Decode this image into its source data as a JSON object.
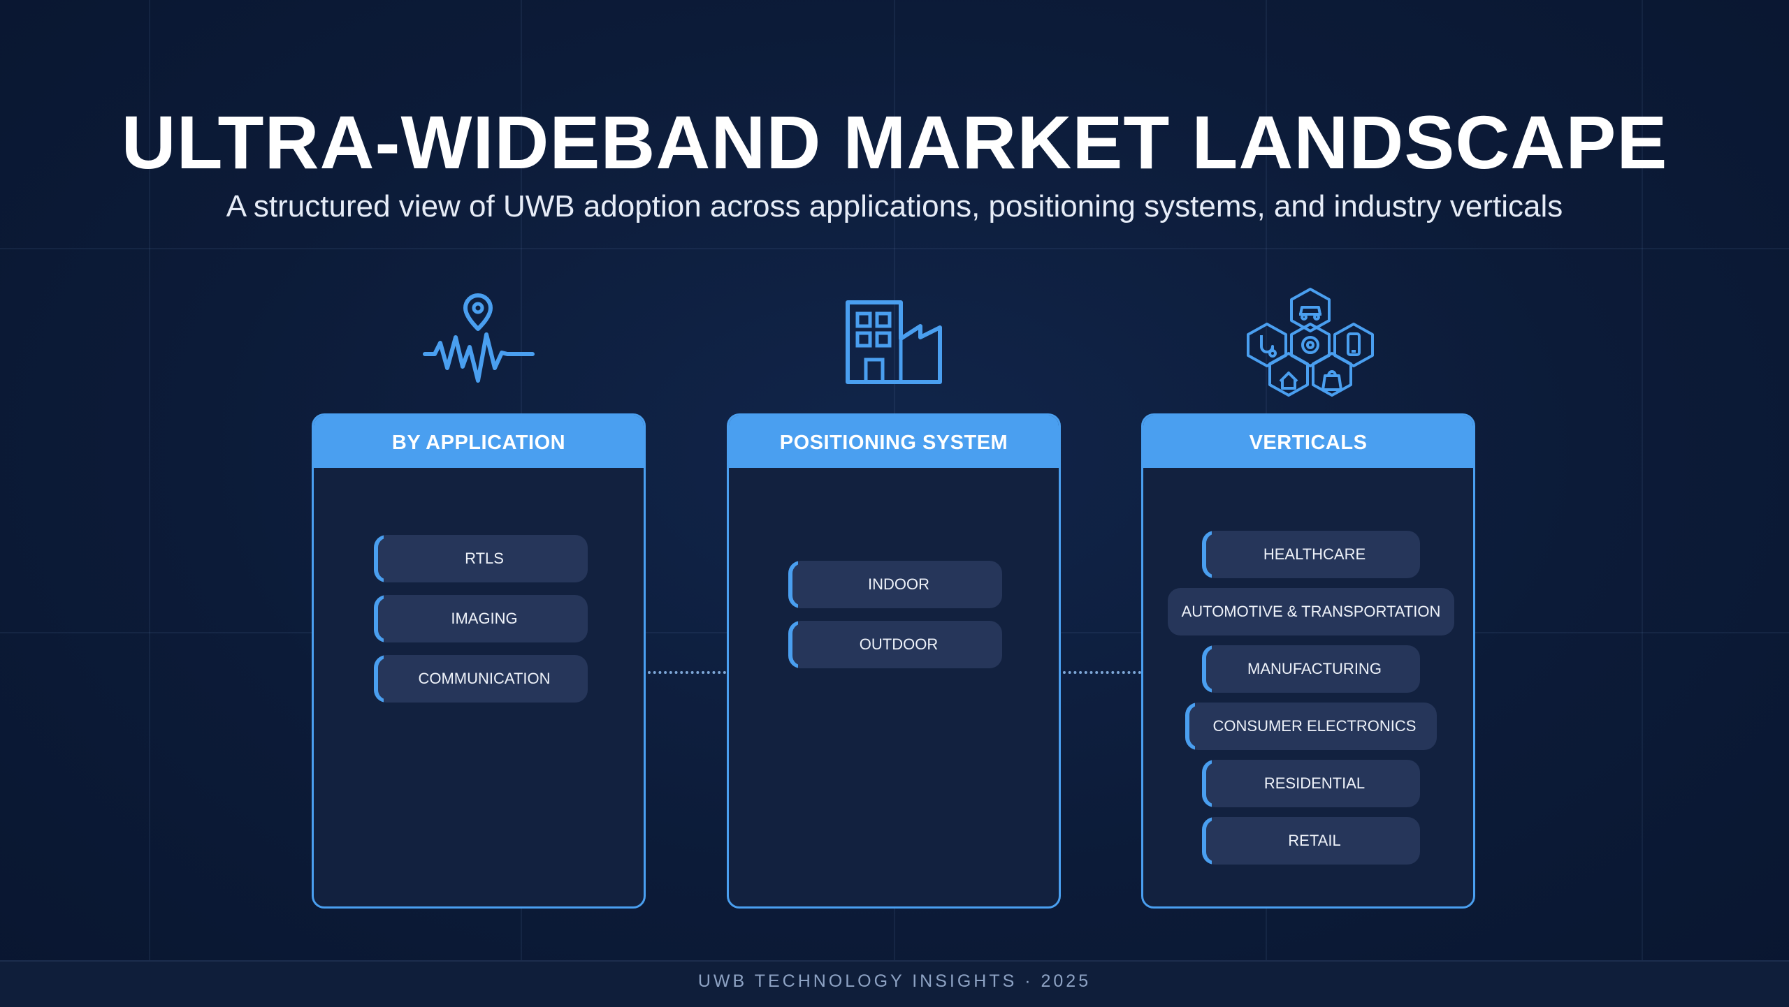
{
  "header": {
    "title": "ULTRA-WIDEBAND MARKET LANDSCAPE",
    "subtitle": "A structured view of UWB adoption across applications, positioning systems, and industry verticals"
  },
  "columns": [
    {
      "title": "BY APPLICATION",
      "icon": "location-pulse-icon",
      "items": [
        "RTLS",
        "IMAGING",
        "COMMUNICATION"
      ]
    },
    {
      "title": "POSITIONING SYSTEM",
      "icon": "building-icon",
      "items": [
        "INDOOR",
        "OUTDOOR"
      ]
    },
    {
      "title": "VERTICALS",
      "icon": "industry-hexagons-icon",
      "items": [
        "HEALTHCARE",
        "AUTOMOTIVE & TRANSPORTATION",
        "MANUFACTURING",
        "CONSUMER ELECTRONICS",
        "RESIDENTIAL",
        "RETAIL"
      ]
    }
  ],
  "footer": {
    "text": "UWB TECHNOLOGY INSIGHTS · 2025"
  },
  "colors": {
    "background": "#0b1a35",
    "accent": "#4a9ff0",
    "panel": "#12213f",
    "pill": "#26365a"
  }
}
